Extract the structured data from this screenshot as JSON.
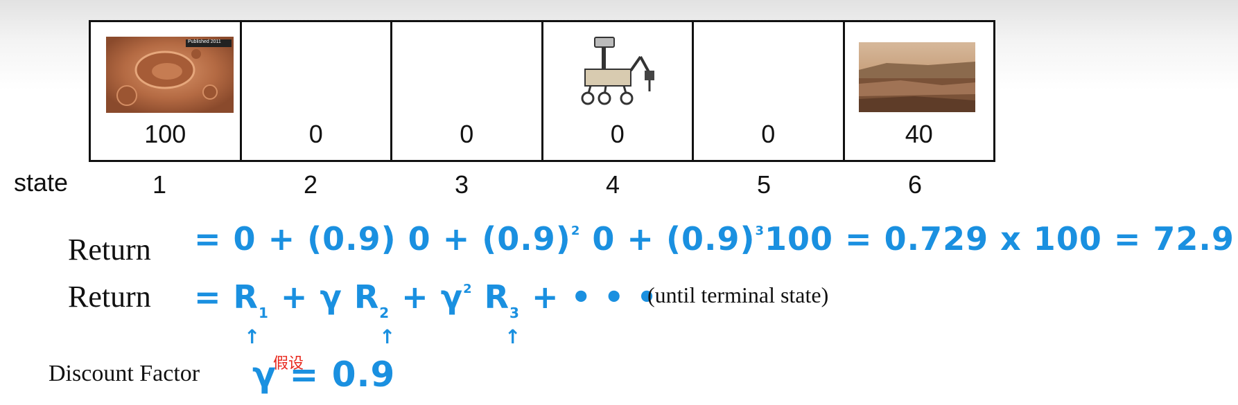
{
  "grid": {
    "cells": [
      {
        "state": "1",
        "reward": "100",
        "image": "mars-crater-photo",
        "image_caption": "Published 2011"
      },
      {
        "state": "2",
        "reward": "0"
      },
      {
        "state": "3",
        "reward": "0"
      },
      {
        "state": "4",
        "reward": "0",
        "image": "rover-icon"
      },
      {
        "state": "5",
        "reward": "0"
      },
      {
        "state": "6",
        "reward": "40",
        "image": "mars-landscape-photo"
      }
    ]
  },
  "labels": {
    "state": "state",
    "return_1": "Return",
    "return_2": "Return",
    "discount": "Discount Factor",
    "until_terminal": "(until terminal state)",
    "annotation": "假设"
  },
  "equations": {
    "line1": [
      "= 0 + (0.9) 0 + (0.9)",
      "2",
      " 0 + (0.9)",
      "3",
      "100 = 0.729 x 100 = 72.9"
    ],
    "line2": [
      "= R",
      "1",
      " + γ R",
      "2",
      " + γ",
      "2",
      " R",
      "3",
      " + • • •"
    ],
    "discount_eq": [
      "γ",
      " = 0.9"
    ]
  },
  "colors": {
    "handwriting": "#1a90e0",
    "annotation": "#e8261b",
    "grid_border": "#111111"
  }
}
